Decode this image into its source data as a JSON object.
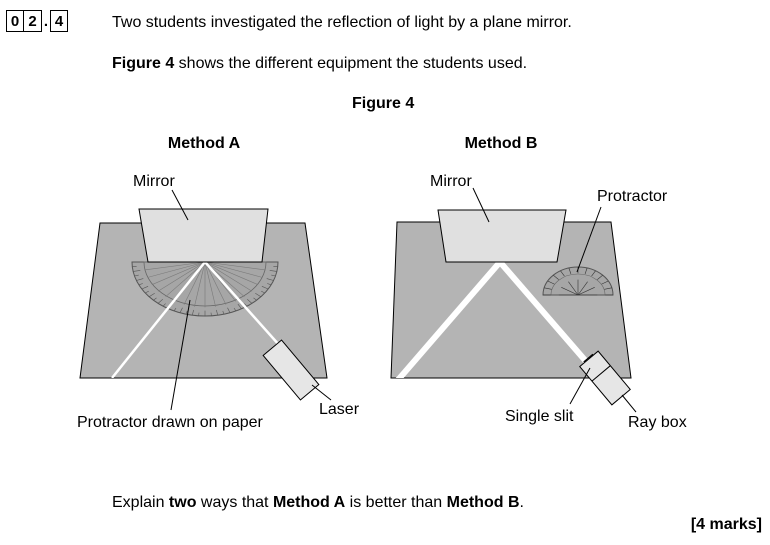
{
  "question": {
    "number_digits": [
      "0",
      "2",
      "4"
    ],
    "intro": "Two students investigated the reflection of light by a plane mirror.",
    "figure_intro": {
      "fig_ref": "Figure 4",
      "rest": " shows the different equipment the students used."
    },
    "figure_title": "Figure 4",
    "prompt": {
      "p1": "Explain ",
      "b1": "two",
      "p2": " ways that ",
      "b2": "Method A",
      "p3": " is better than ",
      "b3": "Method B",
      "p4": "."
    },
    "marks": "[4 marks]"
  },
  "method_a": {
    "title": "Method A",
    "labels": {
      "mirror": "Mirror",
      "laser": "Laser",
      "protractor": "Protractor drawn on paper"
    }
  },
  "method_b": {
    "title": "Method B",
    "labels": {
      "mirror": "Mirror",
      "protractor": "Protractor",
      "slit": "Single slit",
      "raybox": "Ray box"
    }
  },
  "colors": {
    "paper": "#b4b4b4",
    "mirror": "#e0e0e0",
    "device": "#e6e6e6",
    "beam": "#ffffff"
  }
}
